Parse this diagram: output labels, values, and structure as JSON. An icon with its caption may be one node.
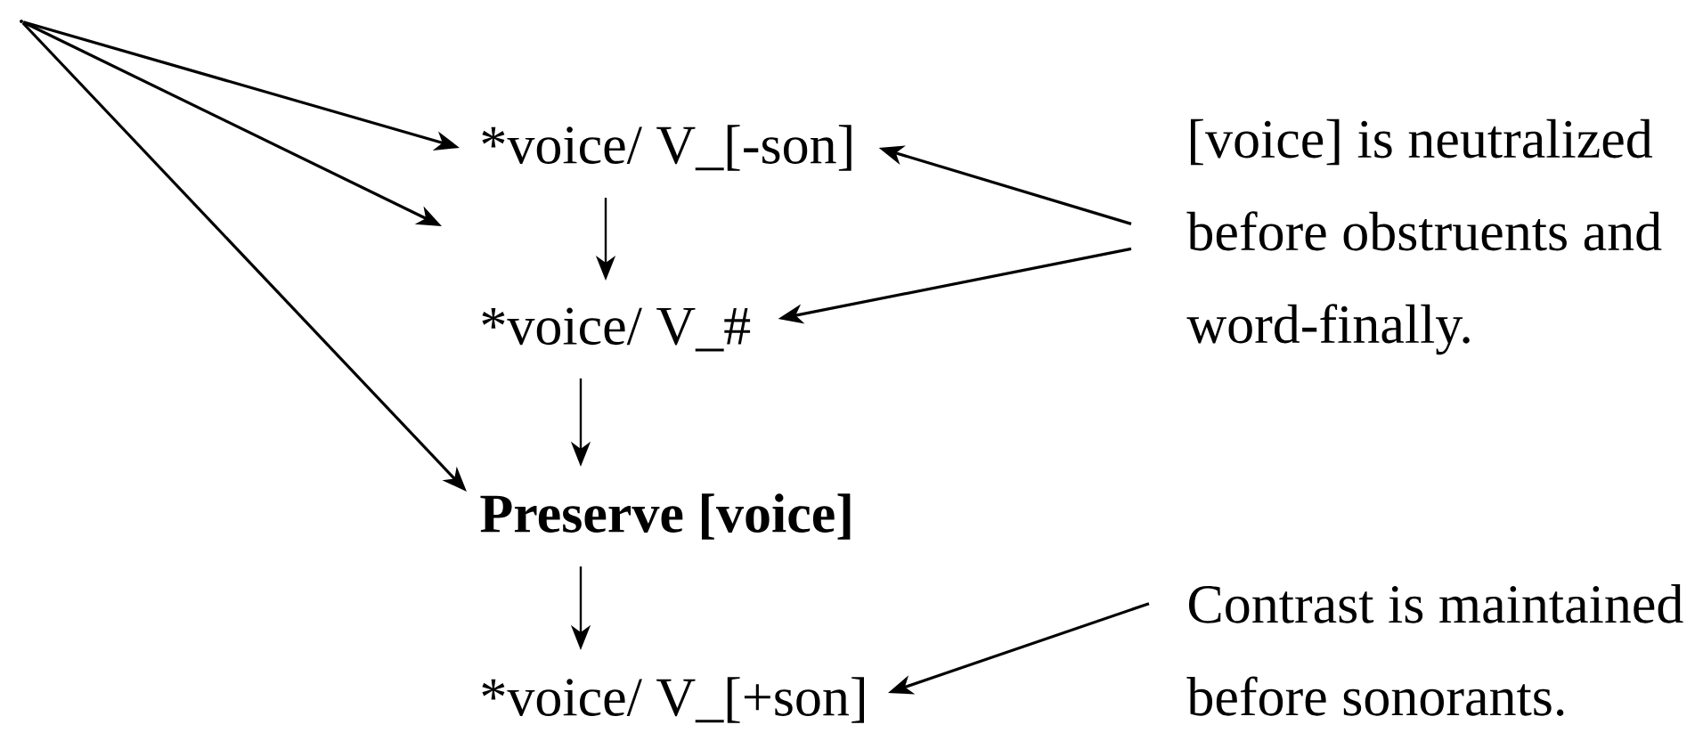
{
  "diagram": {
    "nodes": [
      {
        "text": [],
        "shape": "dot"
      },
      {
        "text": [
          "*voice/ V_[-son]"
        ]
      },
      {
        "text": [
          "*voice/ V_#"
        ]
      },
      {
        "text": [
          "Preserve [voice]"
        ]
      },
      {
        "text": [
          "*voice/ V_[+son]"
        ]
      },
      {
        "text": [
          "[voice] is neutralized before obstruents and word-finally."
        ]
      },
      {
        "text": [
          "Contrast is maintained before sonorants."
        ]
      }
    ],
    "edges": [
      {
        "from": 0,
        "to": 1,
        "arrow": "to"
      },
      {
        "from": 0,
        "to": null,
        "arrow": "to"
      },
      {
        "from": 0,
        "to": 3,
        "arrow": "to"
      },
      {
        "from": 1,
        "to": 2,
        "arrow": "to"
      },
      {
        "from": 2,
        "to": 3,
        "arrow": "to"
      },
      {
        "from": 3,
        "to": 4,
        "arrow": "to"
      },
      {
        "from": 5,
        "to": 1,
        "arrow": "to"
      },
      {
        "from": 5,
        "to": 2,
        "arrow": "to"
      },
      {
        "from": 6,
        "to": 4,
        "arrow": "to"
      }
    ]
  }
}
